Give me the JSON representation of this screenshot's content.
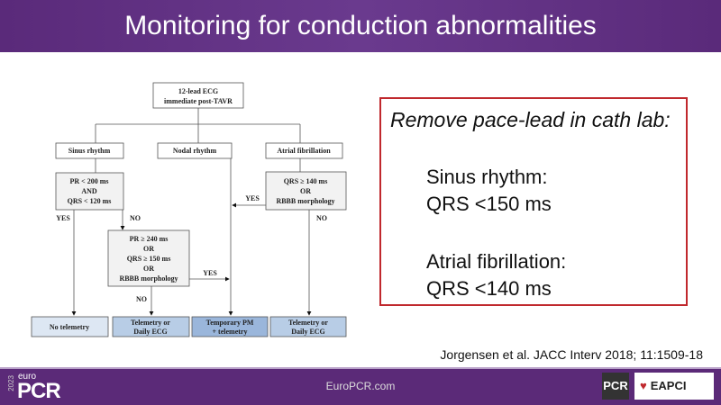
{
  "header": {
    "title": "Monitoring for conduction abnormalities"
  },
  "flowchart": {
    "start": [
      "12-lead ECG",
      "immediate post-TAVR"
    ],
    "branches": [
      "Sinus rhythm",
      "Nodal rhythm",
      "Atrial fibrillation"
    ],
    "sinus_criteria": [
      "PR < 200 ms",
      "AND",
      "QRS < 120 ms"
    ],
    "af_criteria": [
      "QRS ≥ 140 ms",
      "OR",
      "RBBB morphology"
    ],
    "second_criteria": [
      "PR ≥ 240 ms",
      "OR",
      "QRS ≥ 150 ms",
      "OR",
      "RBBB morphology"
    ],
    "yes": "YES",
    "no": "NO",
    "outcomes": [
      [
        "No telemetry"
      ],
      [
        "Telemetry or",
        "Daily ECG"
      ],
      [
        "Temporary PM",
        "+ telemetry"
      ],
      [
        "Telemetry or",
        "Daily ECG"
      ]
    ],
    "colors": {
      "light": "#dde7f3",
      "mid": "#b8cde6",
      "dark": "#9ab6db"
    }
  },
  "panel": {
    "title": "Remove pace-lead in cath lab:",
    "sinus_label": "Sinus rhythm:",
    "sinus_value": "QRS <150 ms",
    "af_label": "Atrial fibrillation:",
    "af_value": "QRS <140 ms"
  },
  "citation": "Jorgensen et al. JACC Interv 2018; 11:1509-18",
  "footer": {
    "logo_year": "2023",
    "logo_euro": "euro",
    "logo_pcr": "PCR",
    "site": "EuroPCR.com",
    "pcr_logo": "PCR",
    "eapci_logo": "EAPCI"
  }
}
